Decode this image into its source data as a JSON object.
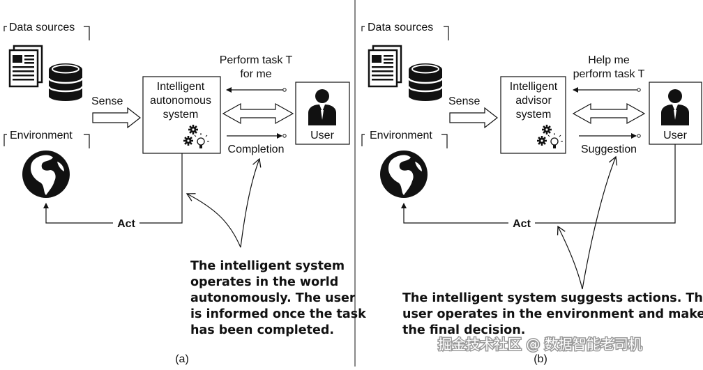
{
  "panels": [
    {
      "id": "a",
      "data_sources": "Data sources",
      "environment": "Environment",
      "sense": "Sense",
      "system_lines": [
        "Intelligent",
        "autonomous",
        "system"
      ],
      "task_lines": [
        "Perform task T",
        "for me"
      ],
      "return_label": "Completion",
      "user": "User",
      "act": "Act",
      "caption_lines": [
        "The intelligent system",
        "operates in the world",
        "autonomously. The user",
        "is informed once the task",
        "has been completed."
      ],
      "panel_label": "(a)"
    },
    {
      "id": "b",
      "data_sources": "Data sources",
      "environment": "Environment",
      "sense": "Sense",
      "system_lines": [
        "Intelligent",
        "advisor",
        "system"
      ],
      "task_lines": [
        "Help me",
        "perform task T"
      ],
      "return_label": "Suggestion",
      "user": "User",
      "act": "Act",
      "caption_lines": [
        "The intelligent system suggests actions. The",
        "user operates in the environment and makes",
        "the final decision."
      ],
      "panel_label": "(b)"
    }
  ],
  "watermark": "掘金技术社区 @ 数据智能老司机"
}
